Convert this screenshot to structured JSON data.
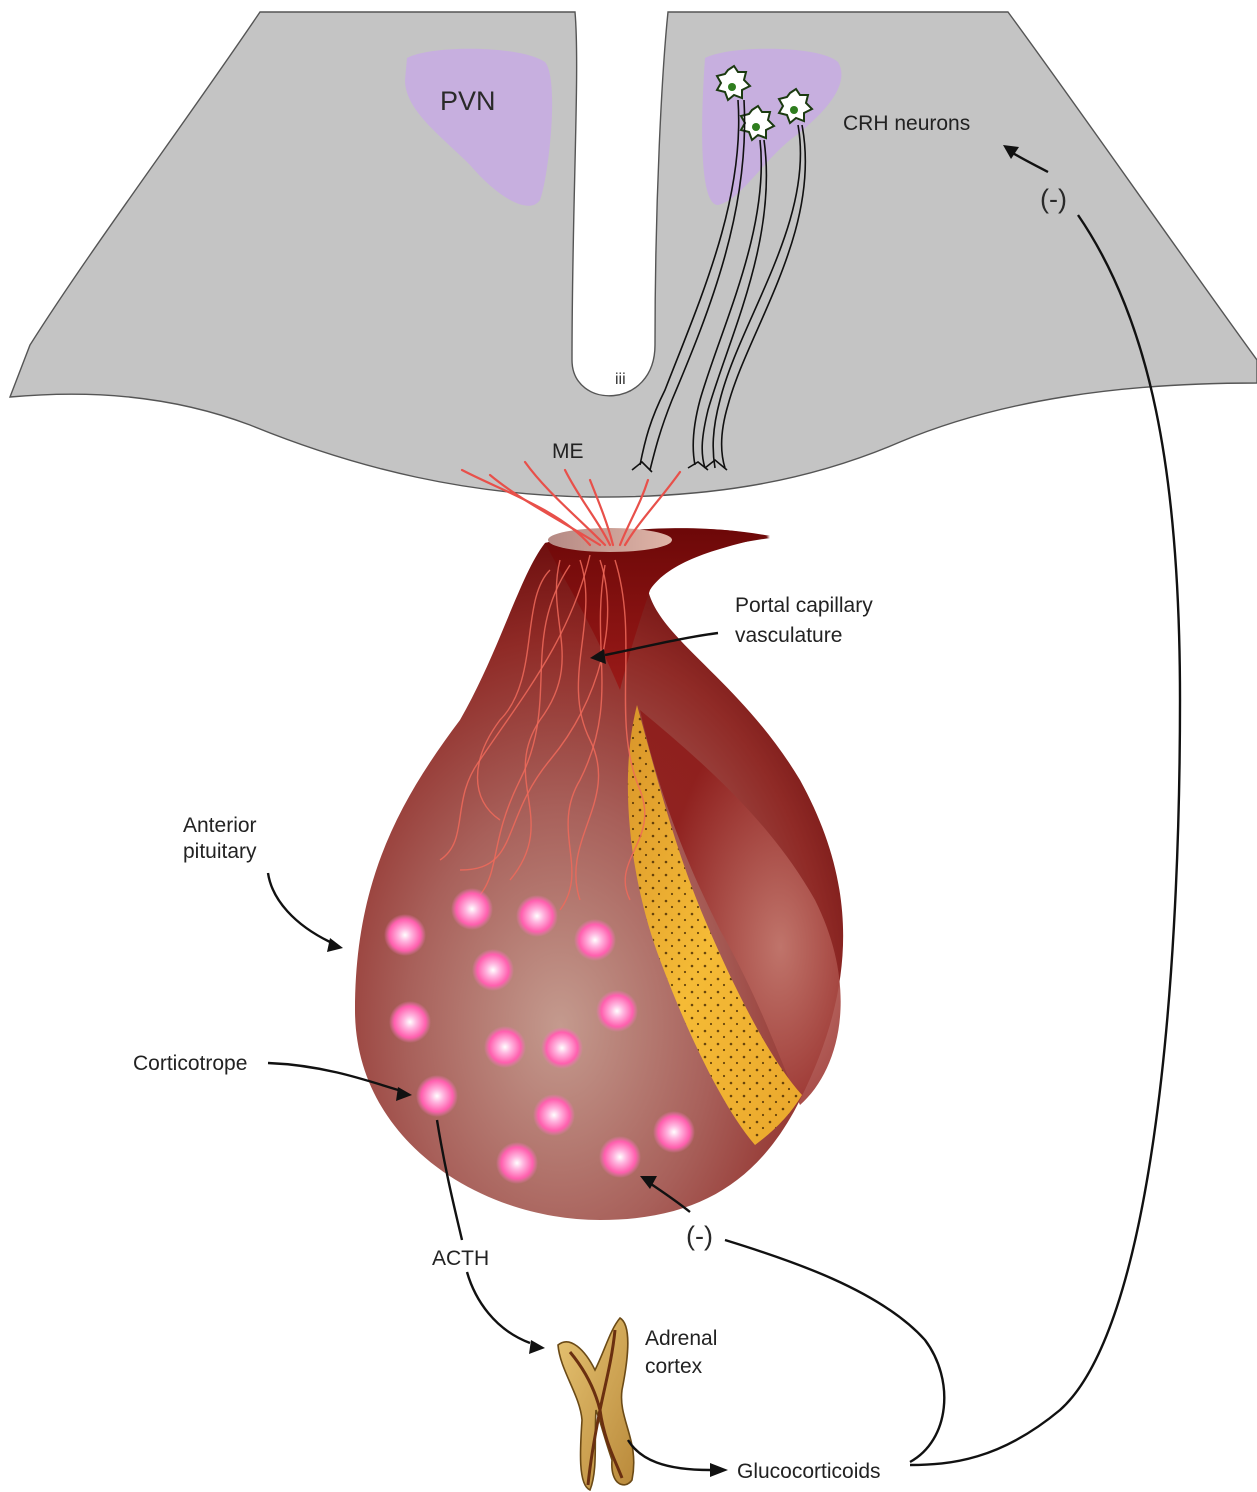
{
  "labels": {
    "pvn": "PVN",
    "crh_neurons": "CRH neurons",
    "third_ventricle": "iii",
    "median_eminence": "ME",
    "portal_line1": "Portal capillary",
    "portal_line2": "vasculature",
    "anterior_line1": "Anterior",
    "anterior_line2": "pituitary",
    "corticotrope": "Corticotrope",
    "acth": "ACTH",
    "adrenal_line1": "Adrenal",
    "adrenal_line2": "cortex",
    "glucocorticoids": "Glucocorticoids",
    "neg_feedback_hypothalamus": "(-)",
    "neg_feedback_pituitary": "(-)"
  },
  "colors": {
    "hypothalamus": "#c4c4c4",
    "nucleus": "#c7aee0",
    "pituitary_dark": "#8b1414",
    "pituitary_light": "#b98a80",
    "corticotrope_cell": "#ff6fb5",
    "posterior_band": "#f2b431",
    "vessels": "#e8504a",
    "adrenal": "#d9b25a"
  }
}
